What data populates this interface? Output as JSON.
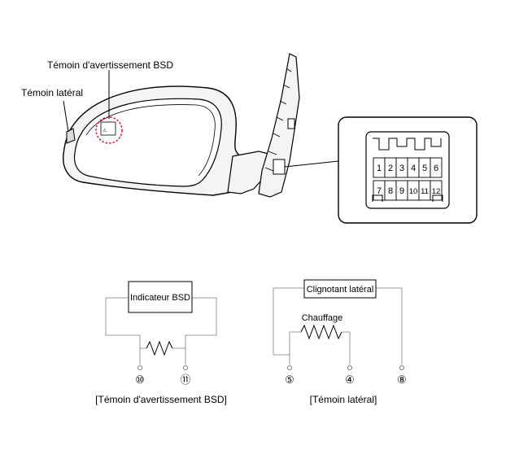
{
  "mirror_figure": {
    "label_bsd_warning": "Témoin d'avertissement BSD",
    "label_side_lamp": "Témoin latéral"
  },
  "connector": {
    "pins_top": [
      "1",
      "2",
      "3",
      "4",
      "5",
      "6"
    ],
    "pins_bottom": [
      "7",
      "8",
      "9",
      "10",
      "11",
      "12"
    ]
  },
  "bsd_circuit": {
    "box_label": "Indicateur BSD",
    "terminal_left": "⑩",
    "terminal_right": "⑪",
    "caption": "[Témoin d'avertissement BSD]"
  },
  "side_circuit": {
    "box_label": "Clignotant latéral",
    "heater_label": "Chauffage",
    "terminal_left": "⑤",
    "terminal_mid": "④",
    "terminal_right": "⑧",
    "caption": "[Témoin latéral]"
  },
  "colors": {
    "line": "#000000",
    "circuit_line": "#9a9a9a",
    "highlight_circle": "#e0002a",
    "mirror_body_fill": "#f4f4f4"
  }
}
